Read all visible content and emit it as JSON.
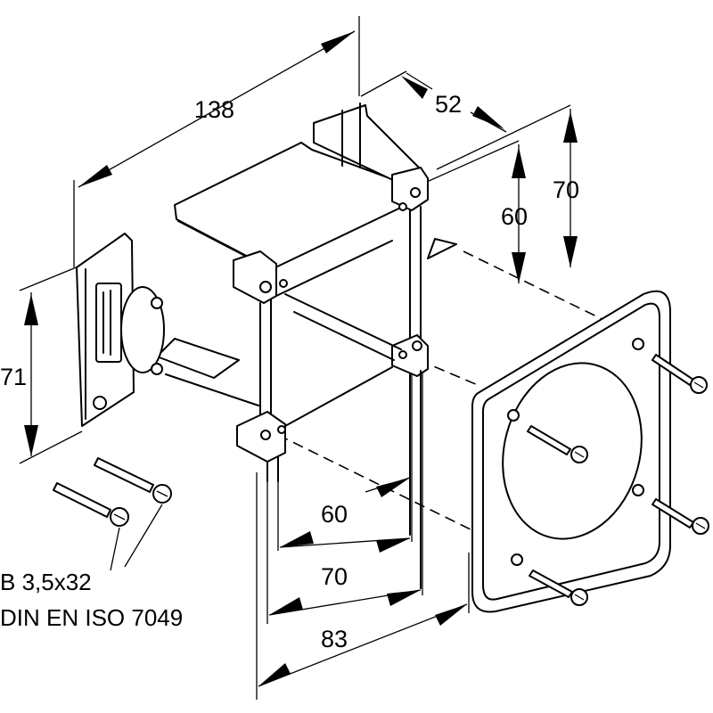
{
  "dimensions": {
    "length": "138",
    "depth": "52",
    "outer_height": "70",
    "inner_height": "60",
    "flange_height": "71",
    "inner_width": "60",
    "mid_width": "70",
    "outer_width": "83"
  },
  "screw_spec": {
    "line1": "B 3,5x32",
    "line2": "DIN EN ISO 7049"
  }
}
